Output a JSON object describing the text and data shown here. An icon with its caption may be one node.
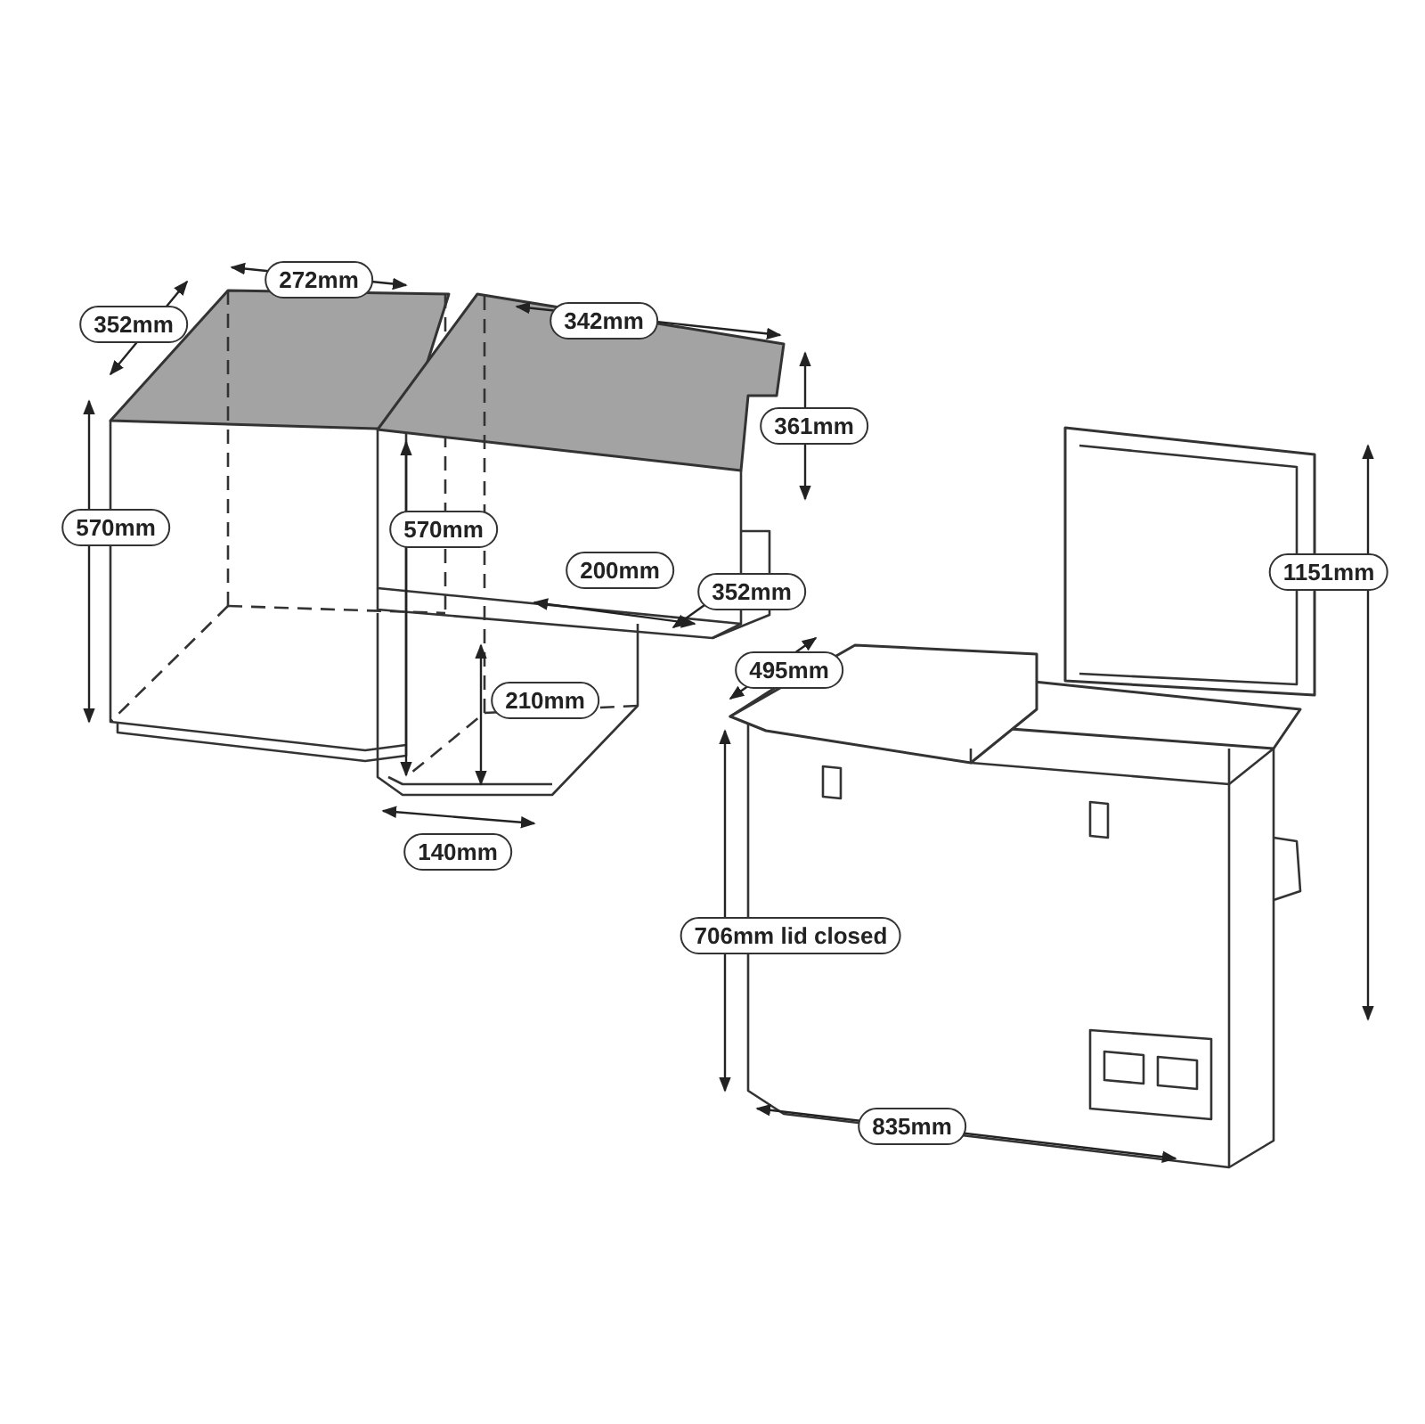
{
  "diagram": {
    "labels": [
      "272mm",
      "352mm",
      "342mm",
      "361mm",
      "570mm",
      "570mm",
      "1151mm",
      "200mm",
      "352mm",
      "495mm",
      "210mm",
      "140mm",
      "706mm lid closed",
      "835mm"
    ]
  }
}
